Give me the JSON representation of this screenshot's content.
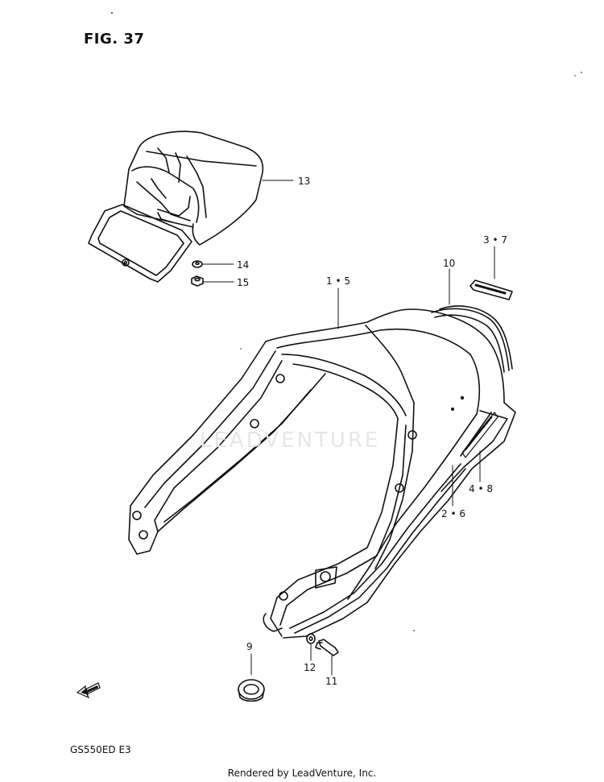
{
  "figure": {
    "title": "FIG. 37",
    "model": "GS550ED  E3",
    "footer": "Rendered by LeadVenture, Inc.",
    "watermark": "LEADVENTURE"
  },
  "callouts": [
    {
      "id": "13",
      "text": "13"
    },
    {
      "id": "14",
      "text": "14"
    },
    {
      "id": "15",
      "text": "15"
    },
    {
      "id": "3-7",
      "text": "3 • 7"
    },
    {
      "id": "10",
      "text": "10"
    },
    {
      "id": "1-5",
      "text": "1 • 5"
    },
    {
      "id": "4-8",
      "text": "4 • 8"
    },
    {
      "id": "2-6",
      "text": "2 • 6"
    },
    {
      "id": "9",
      "text": "9"
    },
    {
      "id": "12",
      "text": "12"
    },
    {
      "id": "11",
      "text": "11"
    }
  ],
  "icons": {
    "fwd_arrow": "forward-direction-arrow-icon"
  }
}
